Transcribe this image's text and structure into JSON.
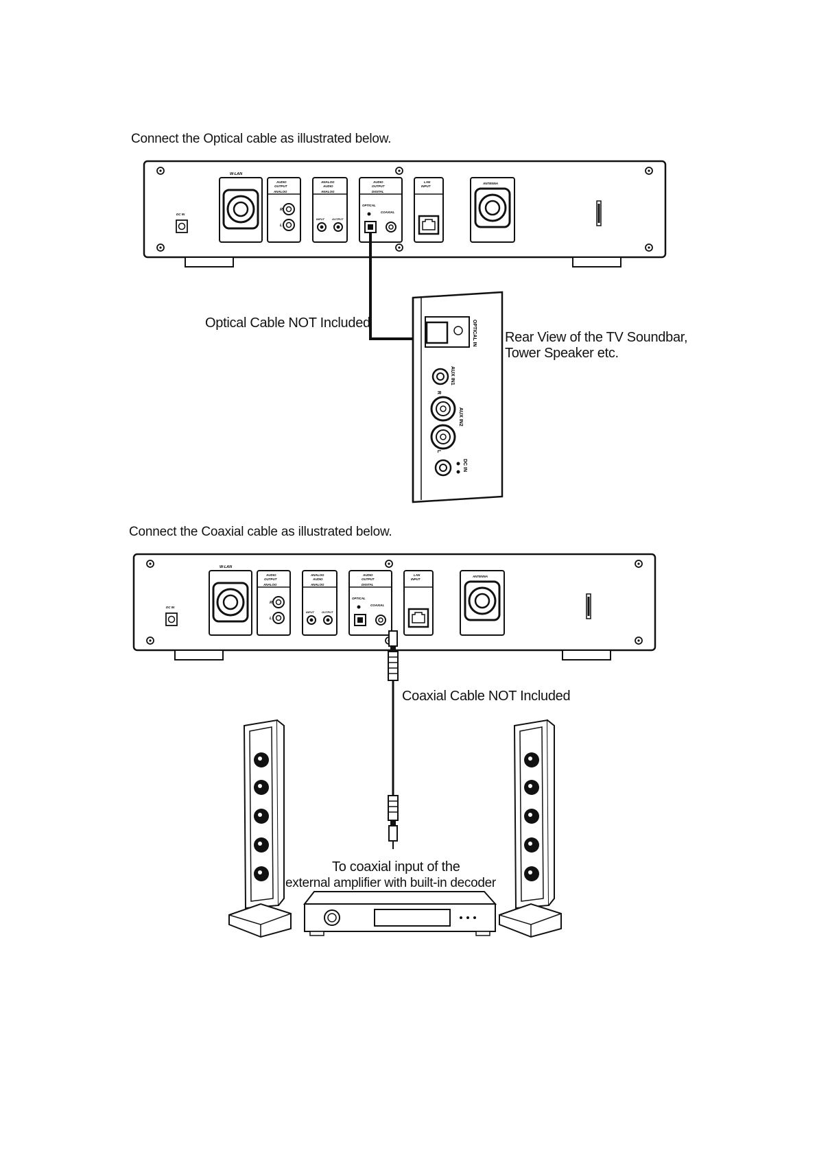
{
  "section1": {
    "heading": "Connect the Optical cable as illustrated below.",
    "cable_label": "Optical Cable NOT Included",
    "target_label_line1": "Rear View of the TV Soundbar,",
    "target_label_line2": "Tower Speaker etc."
  },
  "section2": {
    "heading": "Connect the Coaxial cable as illustrated below.",
    "cable_label": "Coaxial Cable NOT Included",
    "target_label_line1": "To coaxial input of the",
    "target_label_line2": "external amplifier with built-in decoder"
  },
  "panel_labels": {
    "wlan": "W-LAN",
    "audio_output": [
      "AUDIO",
      "OUTPUT"
    ],
    "analog": "ANALOG",
    "analog_audio": [
      "ANALOG",
      "AUDIO"
    ],
    "digital": "DIGITAL",
    "optical": "OPTICAL",
    "coaxial": "COAXIAL",
    "lan_input": [
      "LAN",
      "INPUT"
    ],
    "antenna": "ANTENNA",
    "dc_in": "DC IN",
    "r": "R",
    "l": "L",
    "input": "INPUT",
    "output": "OUTPUT"
  },
  "soundbar_labels": {
    "optical_in": "OPTICAL IN",
    "aux_in1": "AUX IN1",
    "aux_in2": "AUX IN2",
    "r": "R",
    "l": "L",
    "dc_in": "DC IN"
  }
}
